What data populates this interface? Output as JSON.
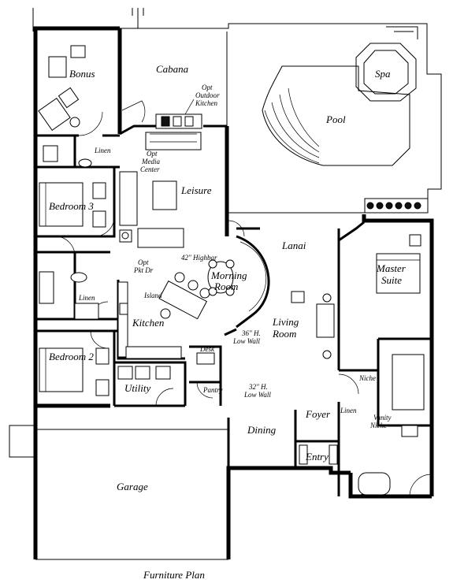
{
  "rooms": {
    "bonus": "Bonus",
    "cabana": "Cabana",
    "pool": "Pool",
    "spa": "Spa",
    "leisure": "Leisure",
    "bedroom3": "Bedroom 3",
    "lanai": "Lanai",
    "master_suite_1": "Master",
    "master_suite_2": "Suite",
    "morning_room_1": "Morning",
    "morning_room_2": "Room",
    "kitchen": "Kitchen",
    "living_room_1": "Living",
    "living_room_2": "Room",
    "bedroom2": "Bedroom 2",
    "utility": "Utility",
    "dining": "Dining",
    "foyer": "Foyer",
    "entry": "Entry",
    "garage": "Garage"
  },
  "notes": {
    "opt_outdoor_kitchen": [
      "Opt",
      "Outdoor",
      "Kitchen"
    ],
    "opt_media_center": [
      "Opt",
      "Media",
      "Center"
    ],
    "linen_top": "Linen",
    "linen_left": "Linen",
    "linen_right": "Linen",
    "opt_pkt_dr": [
      "Opt",
      "Pkt Dr"
    ],
    "highbar": "42\" Highbar",
    "island": "Island",
    "low_wall_36": [
      "36\" H.",
      "Low Wall"
    ],
    "low_wall_32": [
      "32\" H.",
      "Low Wall"
    ],
    "desk": "Desk",
    "pantry": "Pantry",
    "niche": "Niche",
    "vanity_niche": [
      "Vanity",
      "Niche"
    ]
  },
  "caption": "Furniture Plan"
}
